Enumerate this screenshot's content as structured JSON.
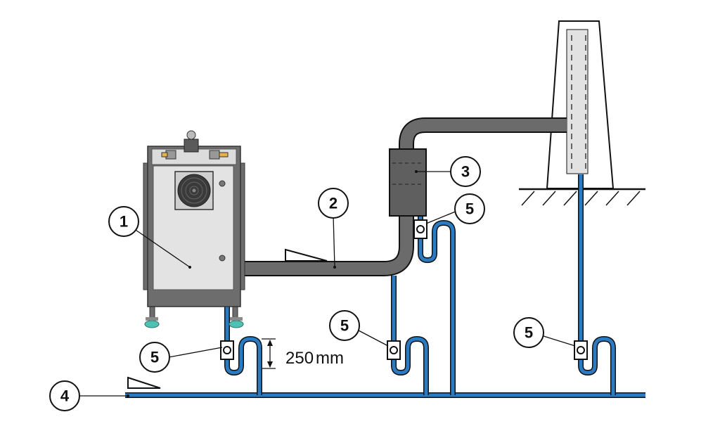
{
  "callouts": [
    {
      "id": "c1",
      "label": "1"
    },
    {
      "id": "c2",
      "label": "2"
    },
    {
      "id": "c3",
      "label": "3"
    },
    {
      "id": "c4",
      "label": "4"
    },
    {
      "id": "c5a",
      "label": "5"
    },
    {
      "id": "c5b",
      "label": "5"
    },
    {
      "id": "c5c",
      "label": "5"
    },
    {
      "id": "c5d",
      "label": "5"
    }
  ],
  "dimension": {
    "value": "250",
    "unit": "mm"
  },
  "colors": {
    "water_pipe": "#2b7bc2",
    "exhaust_pipe": "#6b6b6b",
    "boiler_body": "#e3e3e3",
    "boiler_frame": "#6d6d6d",
    "chimney": "#e2e2e2"
  }
}
